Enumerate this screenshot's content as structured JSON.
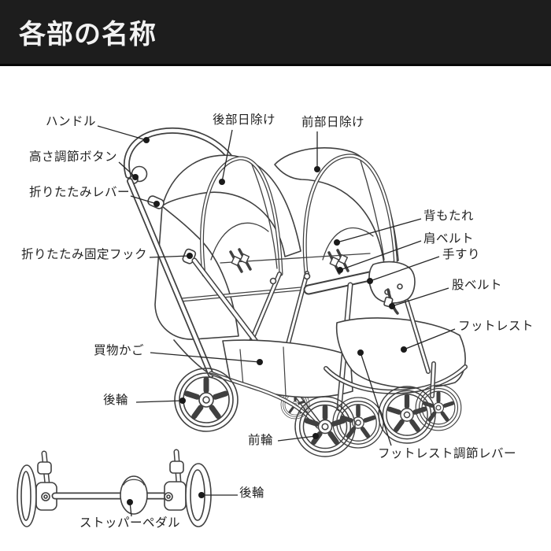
{
  "header": {
    "title": "各部の名称"
  },
  "colors": {
    "header_bg": "#1d1d1d",
    "header_text": "#f2f2f2",
    "line_art": "#404040",
    "label_text": "#222222",
    "callout_dot": "#1a1a1a"
  },
  "diagram": {
    "description": "stroller-parts-line-drawing",
    "labels": [
      {
        "id": "handle",
        "text": "ハンドル"
      },
      {
        "id": "height-adjust-button",
        "text": "高さ調節ボタン"
      },
      {
        "id": "folding-lever",
        "text": "折りたたみレバー"
      },
      {
        "id": "rear-sunshade",
        "text": "後部日除け"
      },
      {
        "id": "front-sunshade",
        "text": "前部日除け"
      },
      {
        "id": "backrest",
        "text": "背もたれ"
      },
      {
        "id": "shoulder-belt",
        "text": "肩ベルト"
      },
      {
        "id": "handrail",
        "text": "手すり"
      },
      {
        "id": "crotch-belt",
        "text": "股ベルト"
      },
      {
        "id": "footrest",
        "text": "フットレスト"
      },
      {
        "id": "folding-lock-hook",
        "text": "折りたたみ固定フック"
      },
      {
        "id": "shopping-basket",
        "text": "買物かご"
      },
      {
        "id": "rear-wheel",
        "text": "後輪"
      },
      {
        "id": "front-wheel",
        "text": "前輪"
      },
      {
        "id": "footrest-adjust-lever",
        "text": "フットレスト調節レバー"
      },
      {
        "id": "stopper-pedal",
        "text": "ストッパーペダル"
      },
      {
        "id": "rear-wheel-bottom",
        "text": "後輪"
      }
    ]
  }
}
